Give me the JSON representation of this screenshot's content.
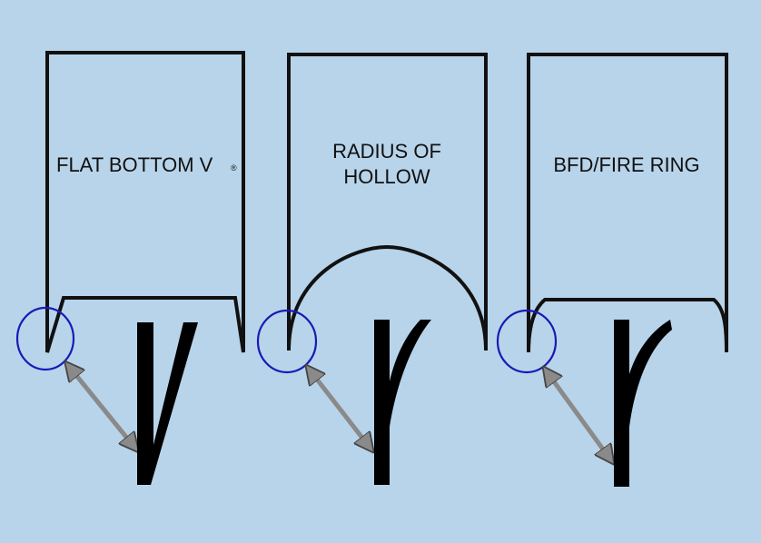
{
  "panels": [
    {
      "id": "flat-bottom",
      "label_lines": [
        "FLAT BOTTOM V"
      ],
      "trademark": "®"
    },
    {
      "id": "radius-of-hollow",
      "label_lines": [
        "RADIUS OF",
        "HOLLOW"
      ]
    },
    {
      "id": "bfd-fire-ring",
      "label_lines": [
        "BFD/FIRE RING"
      ]
    }
  ],
  "colors": {
    "background": "#b8d4ea",
    "outline": "#111111",
    "highlight_circle": "#1a1ab8",
    "arrow": "#8a8a8a"
  }
}
